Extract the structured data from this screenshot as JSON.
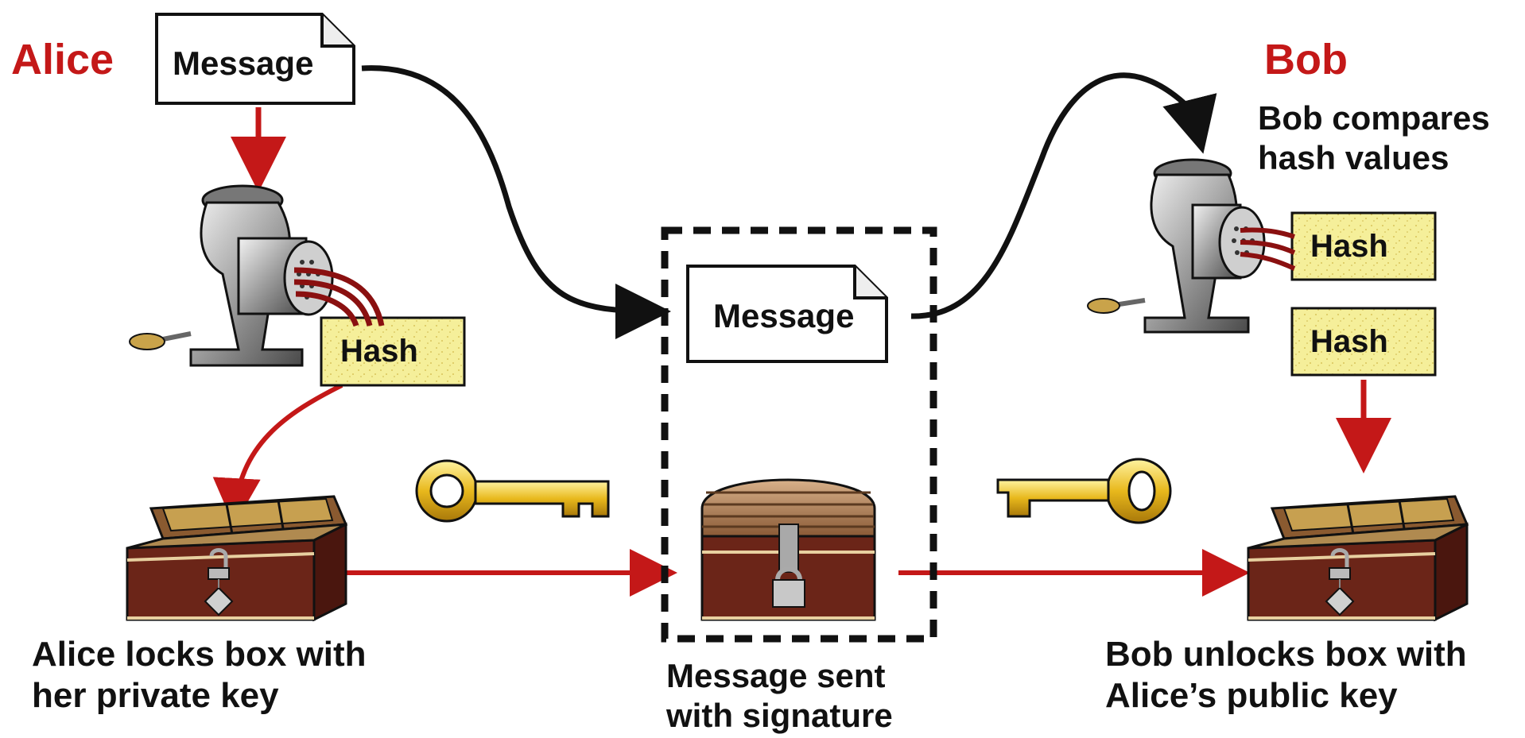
{
  "alice": {
    "name": "Alice",
    "message": "Message",
    "hash": "Hash",
    "caption": "Alice locks box with\nher private key"
  },
  "center": {
    "message": "Message",
    "caption": "Message sent\nwith signature"
  },
  "bob": {
    "name": "Bob",
    "compare": "Bob compares\nhash values",
    "hash_top": "Hash",
    "hash_bottom": "Hash",
    "caption": "Bob unlocks box with\nAlice’s public key"
  },
  "colors": {
    "accent_red": "#c41818",
    "hash_fill": "#f5ef9a",
    "box_brown": "#6b2518",
    "key_gold": "#e0b21a",
    "grinder_gray": "#9a9a9a"
  },
  "icons": [
    "meat-grinder-icon",
    "open-box-icon",
    "locked-chest-icon",
    "private-key-icon",
    "public-key-icon",
    "document-icon"
  ]
}
